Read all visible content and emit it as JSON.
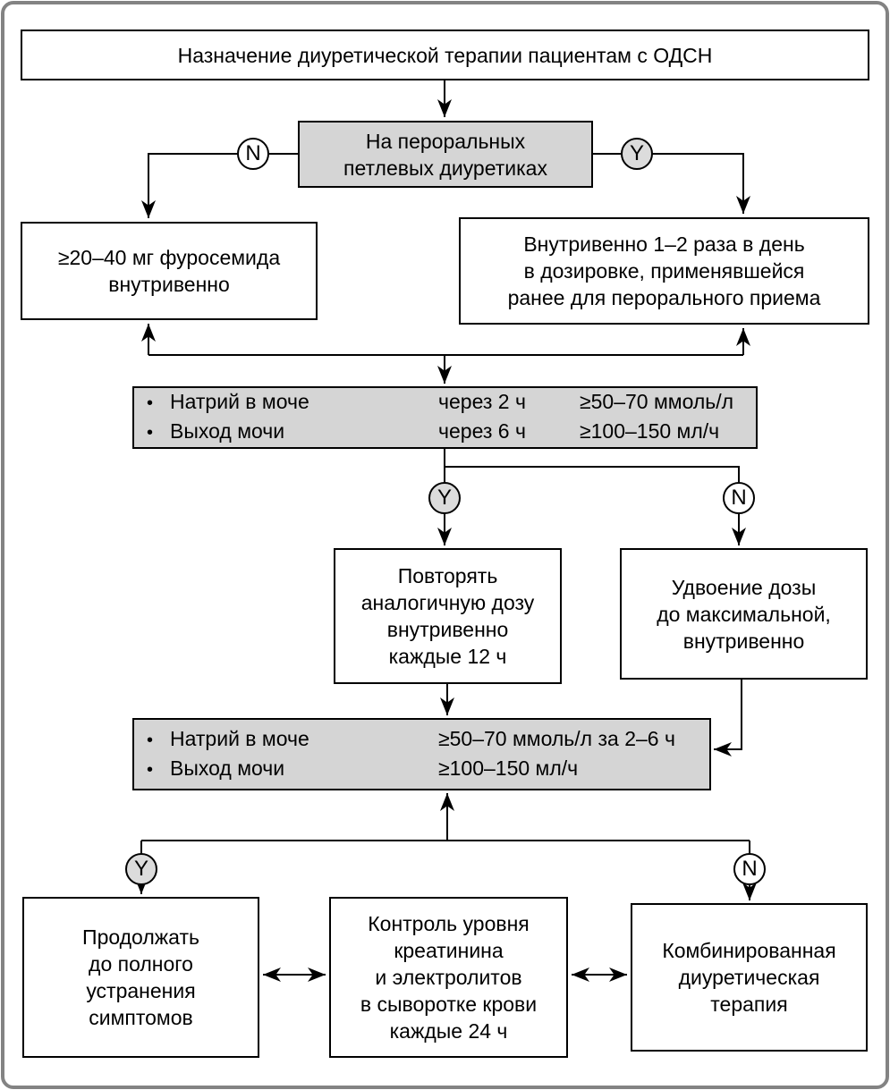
{
  "diagram": {
    "title": "Назначение диуретической терапии пациентам с ОДСН",
    "bullet_char": "•",
    "nodes": {
      "oral_loop_diuretics": "На пероральных\nпетлевых диуретиках",
      "furosemide_iv": "≥20–40 мг фуросемида\nвнутривенно",
      "iv_prior_oral_dose": "Внутривенно 1–2 раза в день\nв дозировке, применявшейся\nранее для перорального приема",
      "repeat_same_dose": "Повторять\nаналогичную дозу\nвнутривенно\nкаждые 12 ч",
      "double_dose": "Удвоение дозы\nдо максимальной,\nвнутривенно",
      "continue_until_resolved": "Продолжать\nдо полного\nустранения\nсимптомов",
      "monitor_labs": "Контроль уровня\nкреатинина\nи электролитов\nв сыворотке крови\nкаждые 24 ч",
      "combined_therapy": "Комбинированная\nдиуретическая\nтерапия"
    },
    "checks": {
      "check1": {
        "rows": [
          {
            "label": "Натрий в моче",
            "time": "через 2 ч",
            "value": "≥50–70 ммоль/л"
          },
          {
            "label": "Выход мочи",
            "time": "через 6 ч",
            "value": "≥100–150 мл/ч"
          }
        ]
      },
      "check2": {
        "rows": [
          {
            "label": "Натрий в моче",
            "value": "≥50–70 ммоль/л за 2–6 ч"
          },
          {
            "label": "Выход мочи",
            "value": "≥100–150 мл/ч"
          }
        ]
      }
    },
    "decisions": {
      "yes": "Y",
      "no": "N"
    },
    "colors": {
      "box_fill_gray": "#d5d5d5",
      "yes_circle_fill": "#dcdcdc",
      "no_circle_fill": "#ffffff",
      "line_color": "#000000",
      "frame_color": "#838383"
    }
  }
}
